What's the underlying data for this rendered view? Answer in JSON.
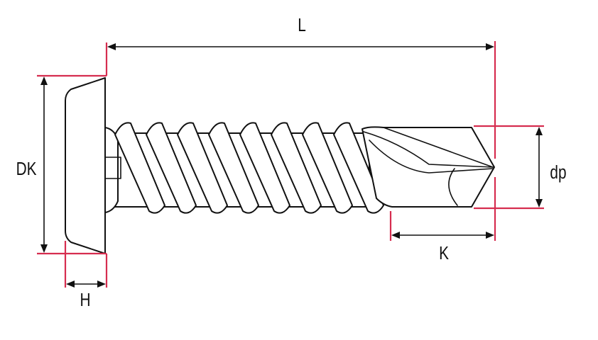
{
  "colors": {
    "dimension_accent": "#d62d4f",
    "outline": "#111111",
    "background": "#ffffff"
  },
  "labels": {
    "length": "L",
    "head_diameter": "DK",
    "head_height": "H",
    "point_diameter": "dp",
    "drill_point_length": "K"
  }
}
